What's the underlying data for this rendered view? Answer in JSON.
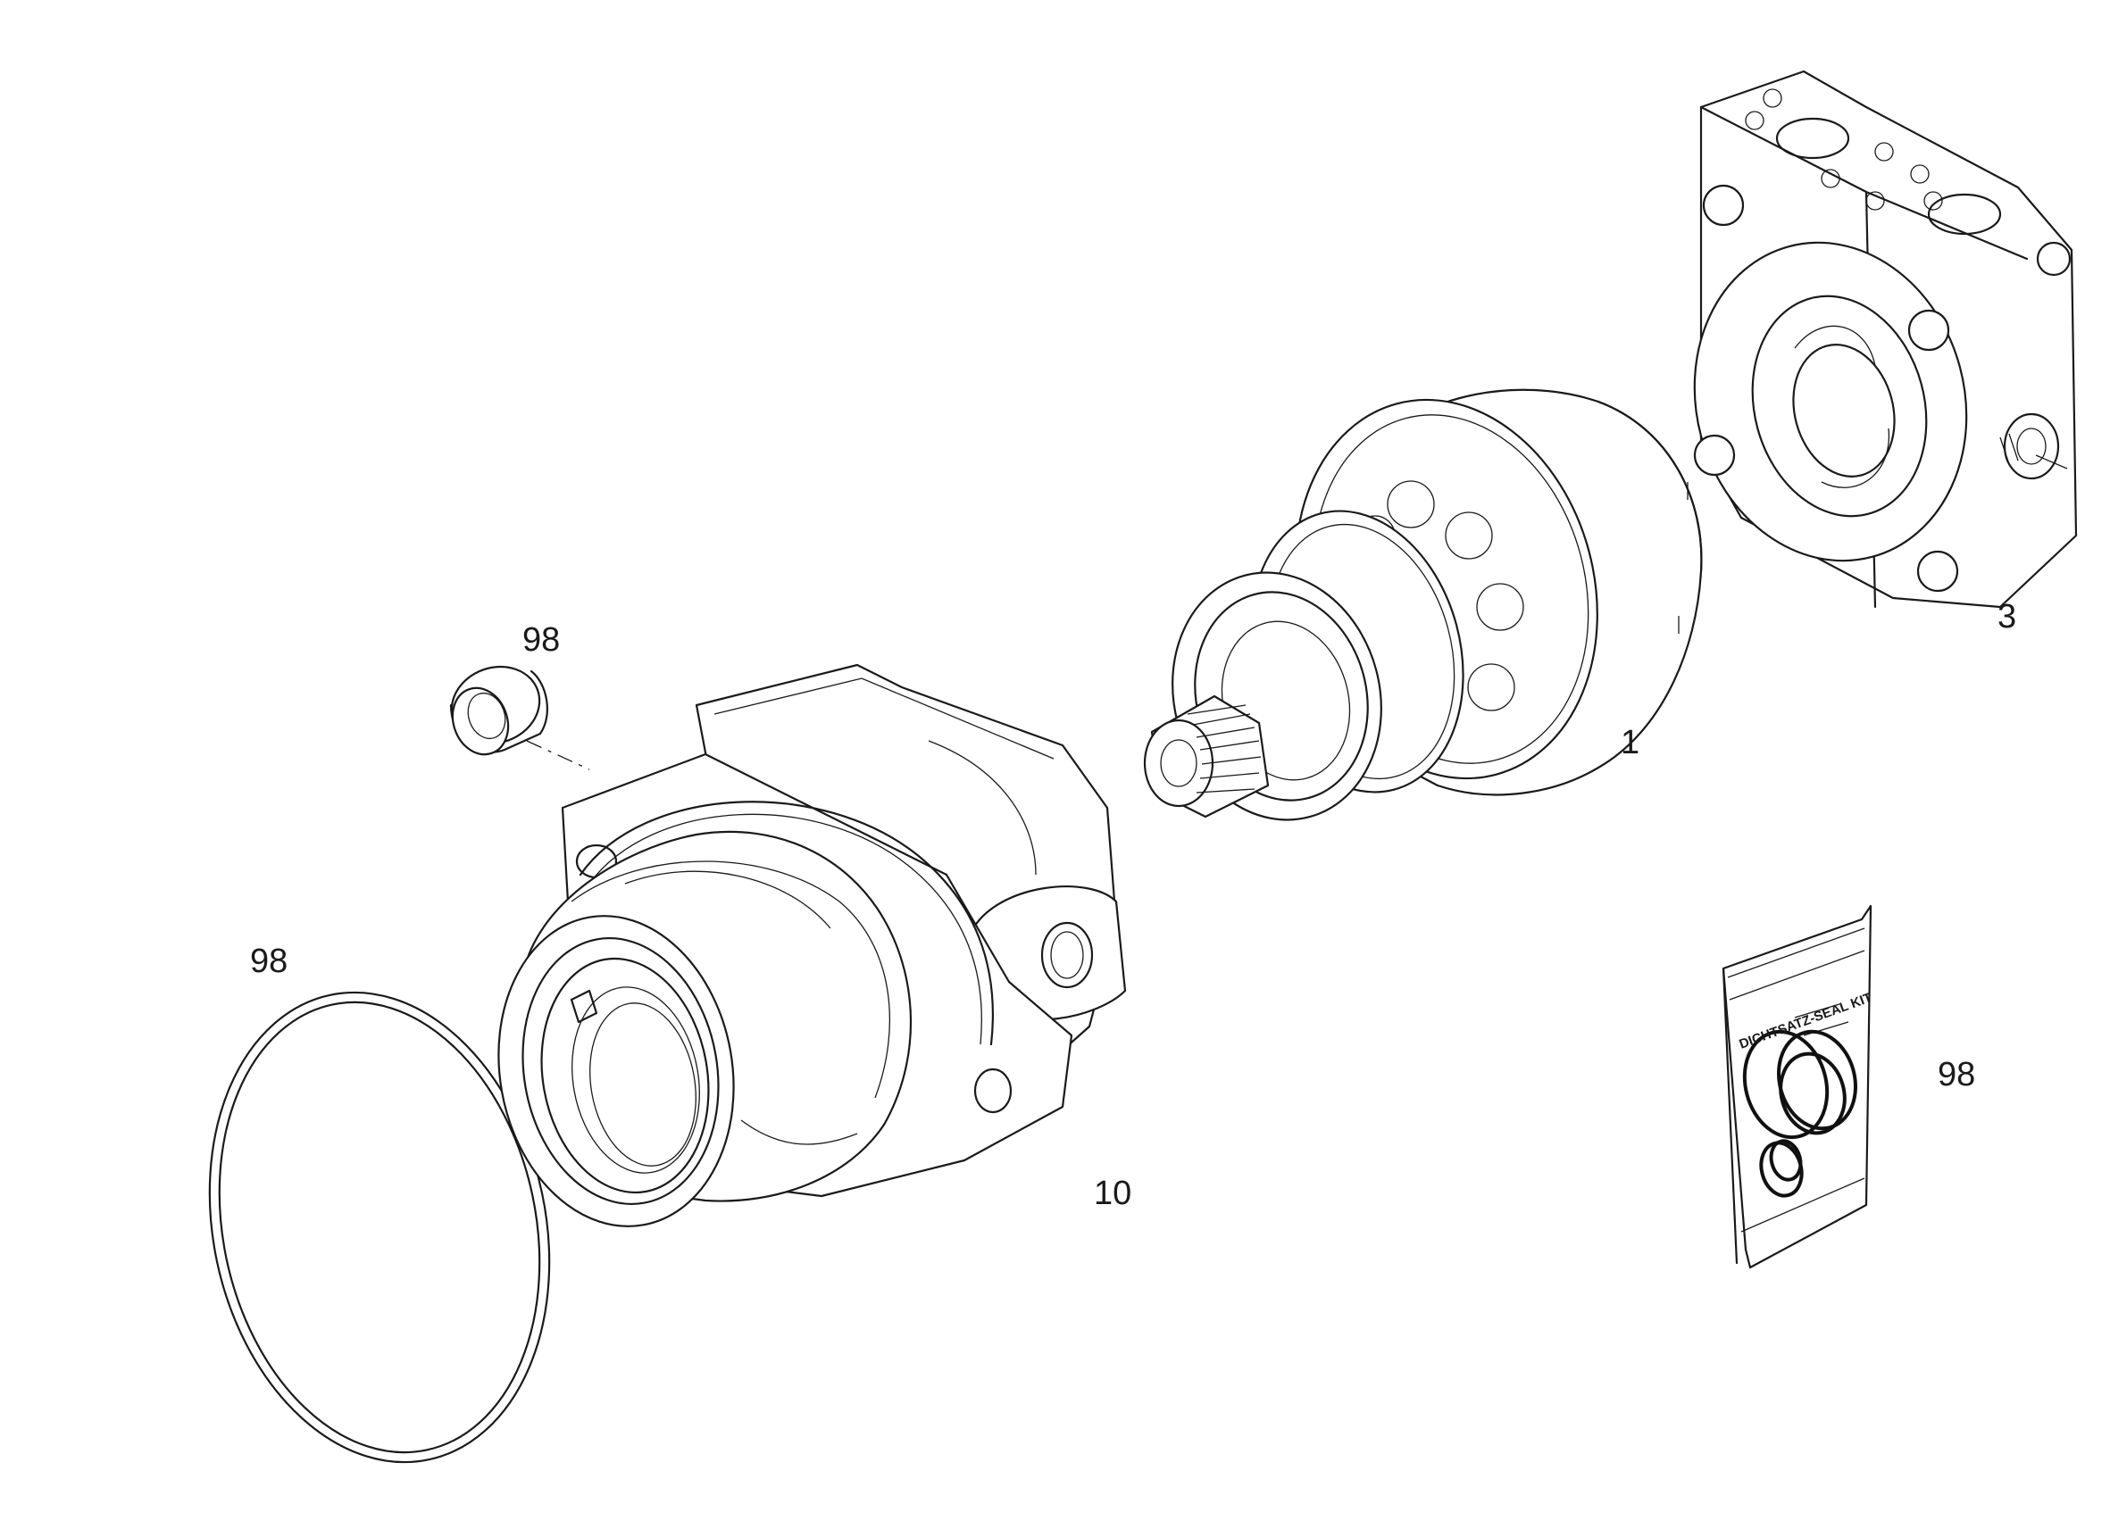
{
  "callouts": {
    "plug": "98",
    "oring": "98",
    "housing": "10",
    "rotary_group": "1",
    "port_plate": "3",
    "seal_kit": "98"
  },
  "seal_kit": {
    "bag_label": "DICHTSATZ-SEAL KIT"
  },
  "colors": {
    "line": "#1a1a1a",
    "background": "#ffffff"
  }
}
